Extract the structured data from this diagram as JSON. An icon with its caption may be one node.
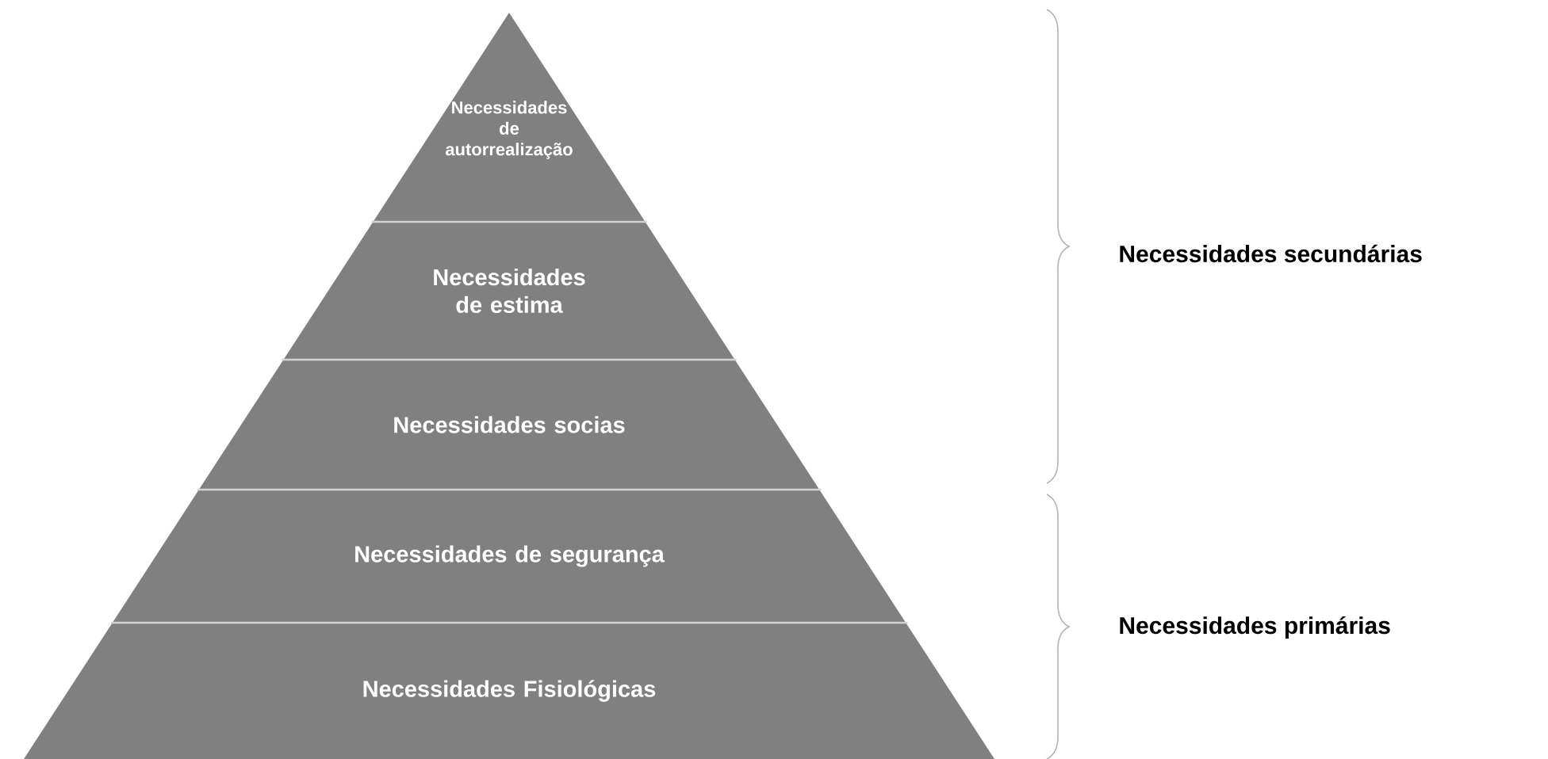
{
  "diagram": {
    "nodes": [
      {
        "text": [
          "Necessidades de autorrealização"
        ]
      },
      {
        "text": [
          "Necessidades de estima"
        ]
      },
      {
        "text": [
          "Necessidades socias"
        ]
      },
      {
        "text": [
          "Necessidades de segurança"
        ]
      },
      {
        "text": [
          "Necessidades Fisiológicas"
        ]
      }
    ],
    "labels": [
      "Necessidades secundárias",
      "Necessidades primárias"
    ]
  }
}
